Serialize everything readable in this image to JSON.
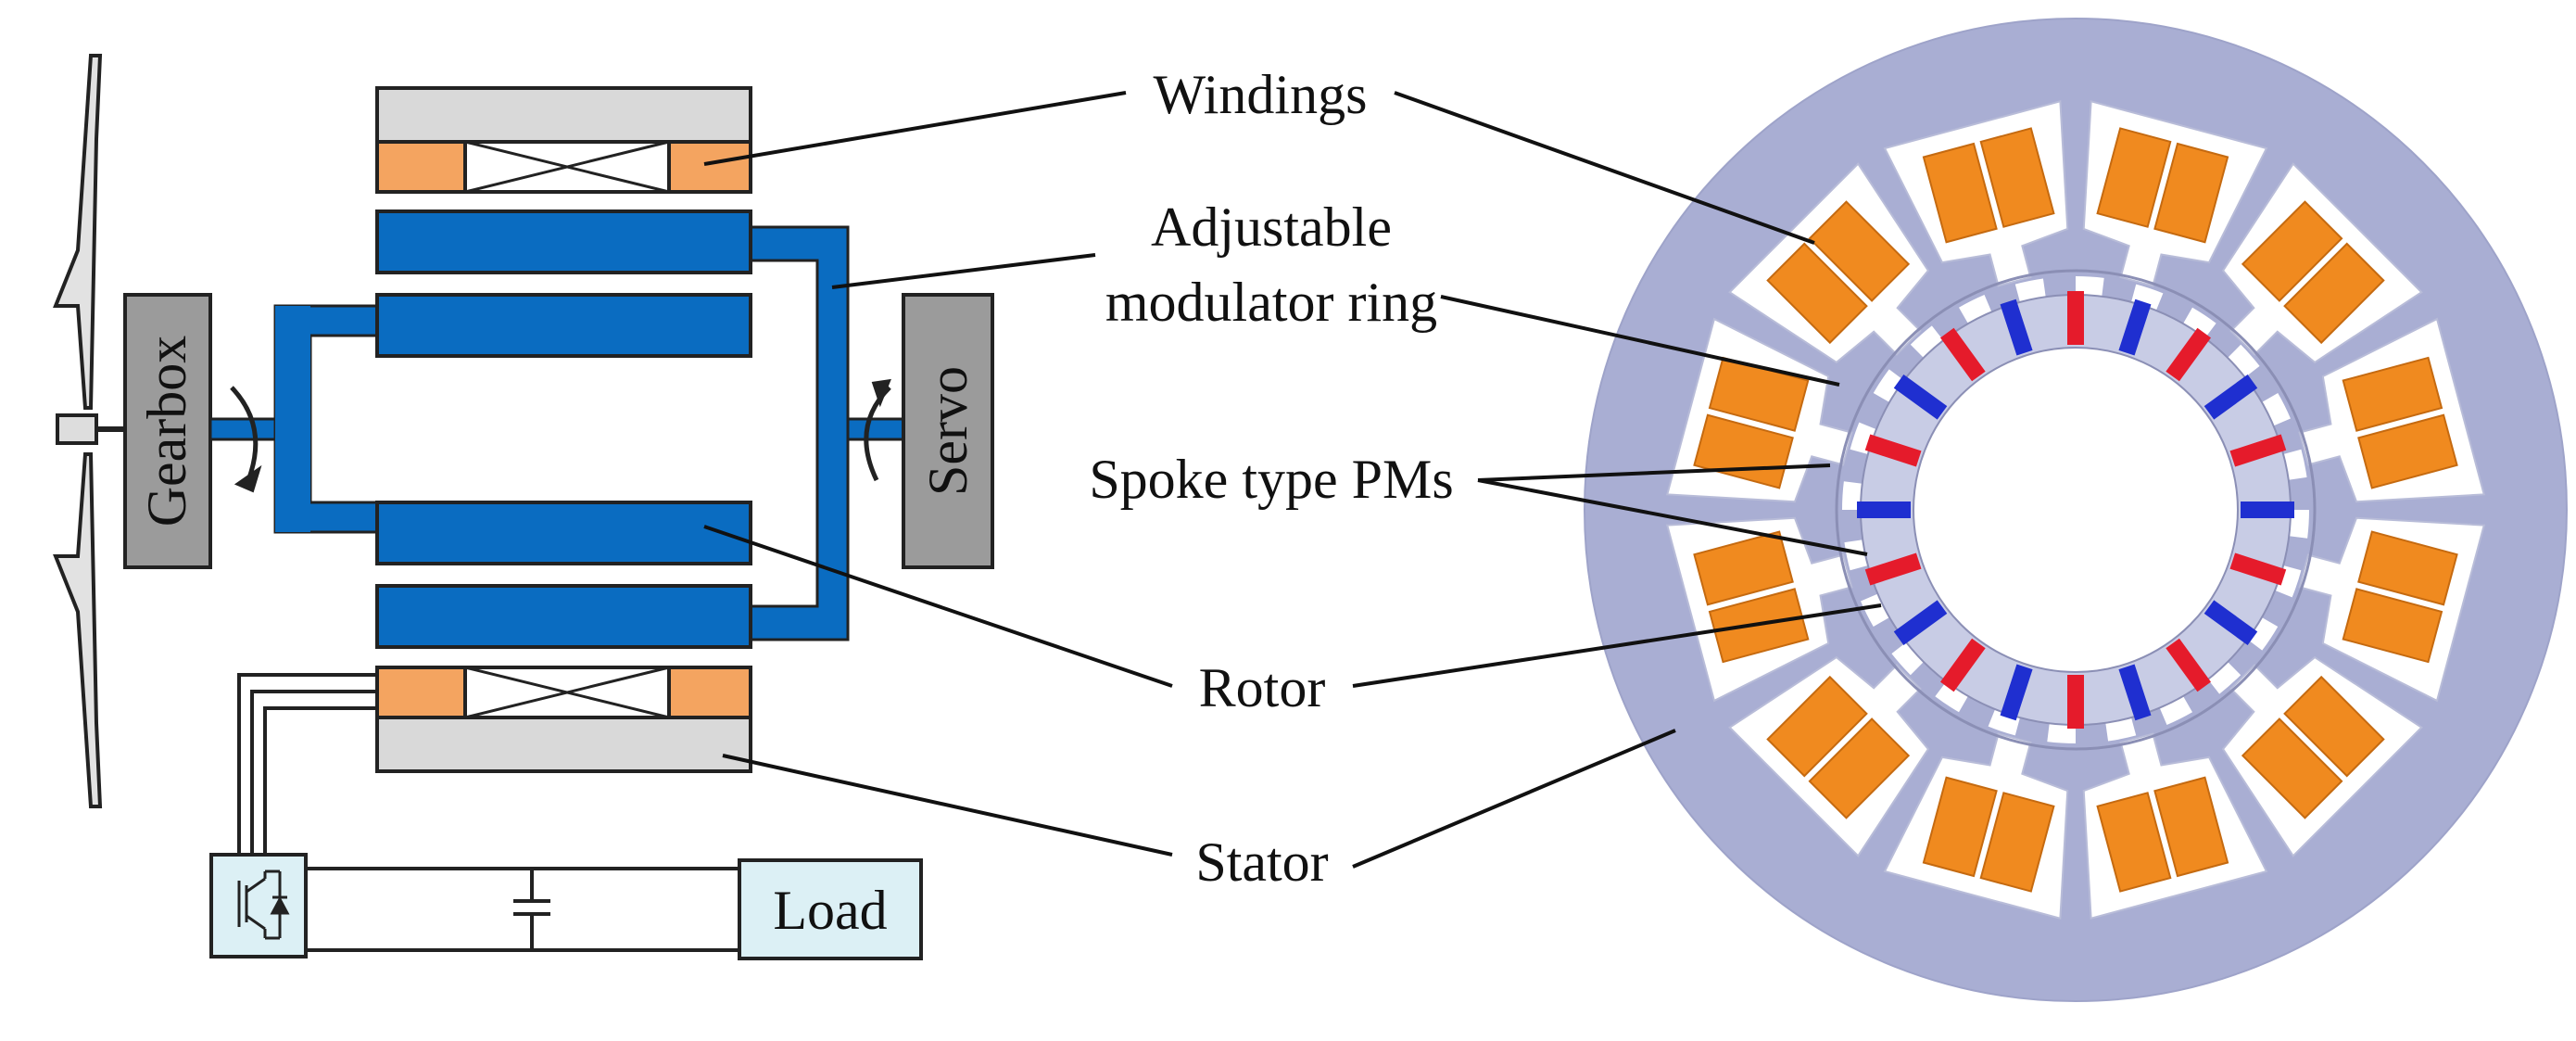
{
  "labels": {
    "windings": "Windings",
    "modulator_line1": "Adjustable",
    "modulator_line2": "modulator ring",
    "pms": "Spoke type PMs",
    "rotor": "Rotor",
    "stator": "Stator"
  },
  "blocks": {
    "gearbox": "Gearbox",
    "servo": "Servo",
    "load": "Load"
  },
  "colors": {
    "stator_yoke": "#a9aed3",
    "stator_teeth": "#c8cce5",
    "slot": "#ffffff",
    "winding": "#f08a1f",
    "winding_light": "#f4a460",
    "rotor_blue": "#0a6cc1",
    "pm_red": "#e51b2b",
    "pm_blue": "#1f2fd0",
    "grey_block": "#9b9b9b",
    "light_block": "#dcf0f5",
    "casing": "#d9d9d9"
  },
  "counts": {
    "slots": 12,
    "pm_poles": 20
  }
}
